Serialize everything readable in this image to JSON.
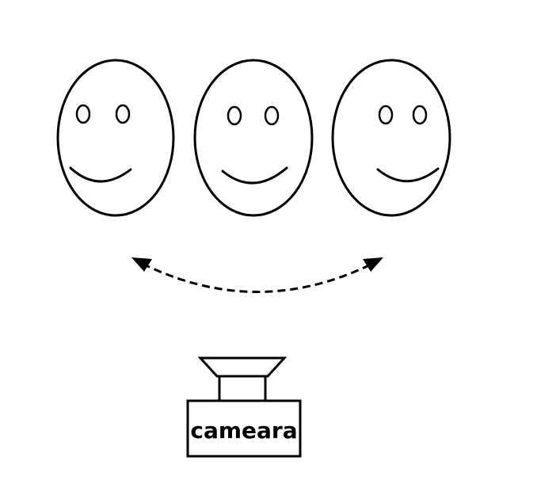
{
  "camera": {
    "label": "cameara"
  },
  "faces": [
    {
      "id": "left-face"
    },
    {
      "id": "center-face"
    },
    {
      "id": "right-face"
    }
  ],
  "colors": {
    "stroke": "#000000",
    "background": "#ffffff"
  },
  "icons": {
    "face": "smiley-face-icon",
    "motion": "bidirectional-arc-arrow-icon",
    "camera": "camera-icon"
  }
}
